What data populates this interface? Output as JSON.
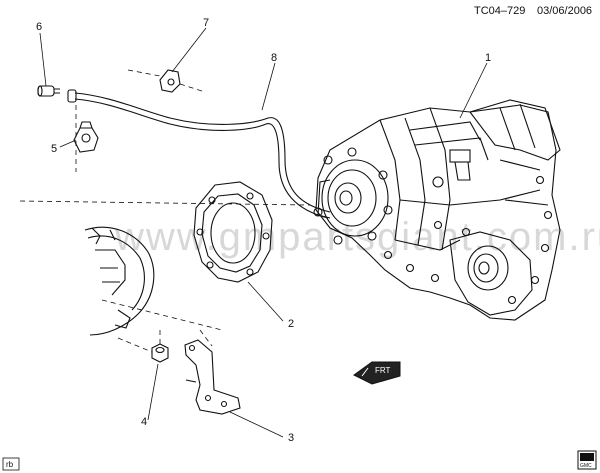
{
  "header": {
    "code": "TC04–729",
    "date": "03/06/2006"
  },
  "watermark": "www.gmpartsgiant.com.ru",
  "callouts": {
    "c1": "1",
    "c2a": "2",
    "c3": "3",
    "c4": "4",
    "c5": "5",
    "c6": "6",
    "c7": "7",
    "c8": "8"
  },
  "corner_tag": "rb",
  "front_label": "FRT",
  "badge_text": "GMC"
}
